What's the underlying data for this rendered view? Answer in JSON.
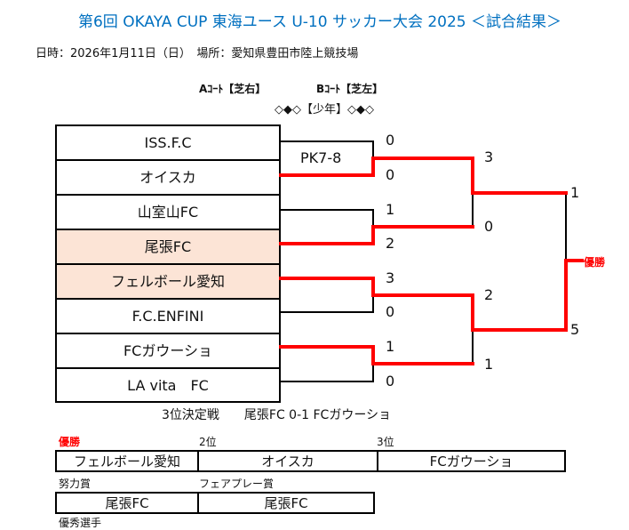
{
  "header": {
    "title": "第6回 OKAYA CUP 東海ユース U-10 サッカー大会 2025 ＜試合結果＞",
    "info": "日時：2026年1月11日（日）　場所：愛知県豊田市陸上競技場",
    "court_a": "Aｺｰﾄ【芝右】",
    "court_b": "Bｺｰﾄ【芝左】",
    "division": "◇◆◇【少年】◇◆◇"
  },
  "bracket": {
    "teams": [
      "ISS.F.C",
      "オイスカ",
      "山室山FC",
      "尾張FC",
      "フェルボール愛知",
      "F.C.ENFINI",
      "FCガウーショ",
      "LA vita　FC"
    ],
    "highlighted": [
      3,
      4
    ],
    "round1_scores": [
      "0",
      "0",
      "1",
      "2",
      "3",
      "0",
      "1",
      "0"
    ],
    "pk_note": "PK7-8",
    "round2_scores": [
      "3",
      "0",
      "2",
      "1"
    ],
    "final_scores": [
      "1",
      "5"
    ],
    "champion_label": "優勝",
    "winner_color": "#ff0000"
  },
  "third_place": "3位決定戦　　尾張FC 0-1 FCガウーショ",
  "results": {
    "labels": [
      "優勝",
      "2位",
      "3位"
    ],
    "values": [
      "フェルボール愛知",
      "オイスカ",
      "FCガウーショ"
    ]
  },
  "awards": {
    "labels": [
      "努力賞",
      "フェアプレー賞"
    ],
    "values": [
      "尾張FC",
      "尾張FC"
    ],
    "next_label": "優秀選手"
  }
}
